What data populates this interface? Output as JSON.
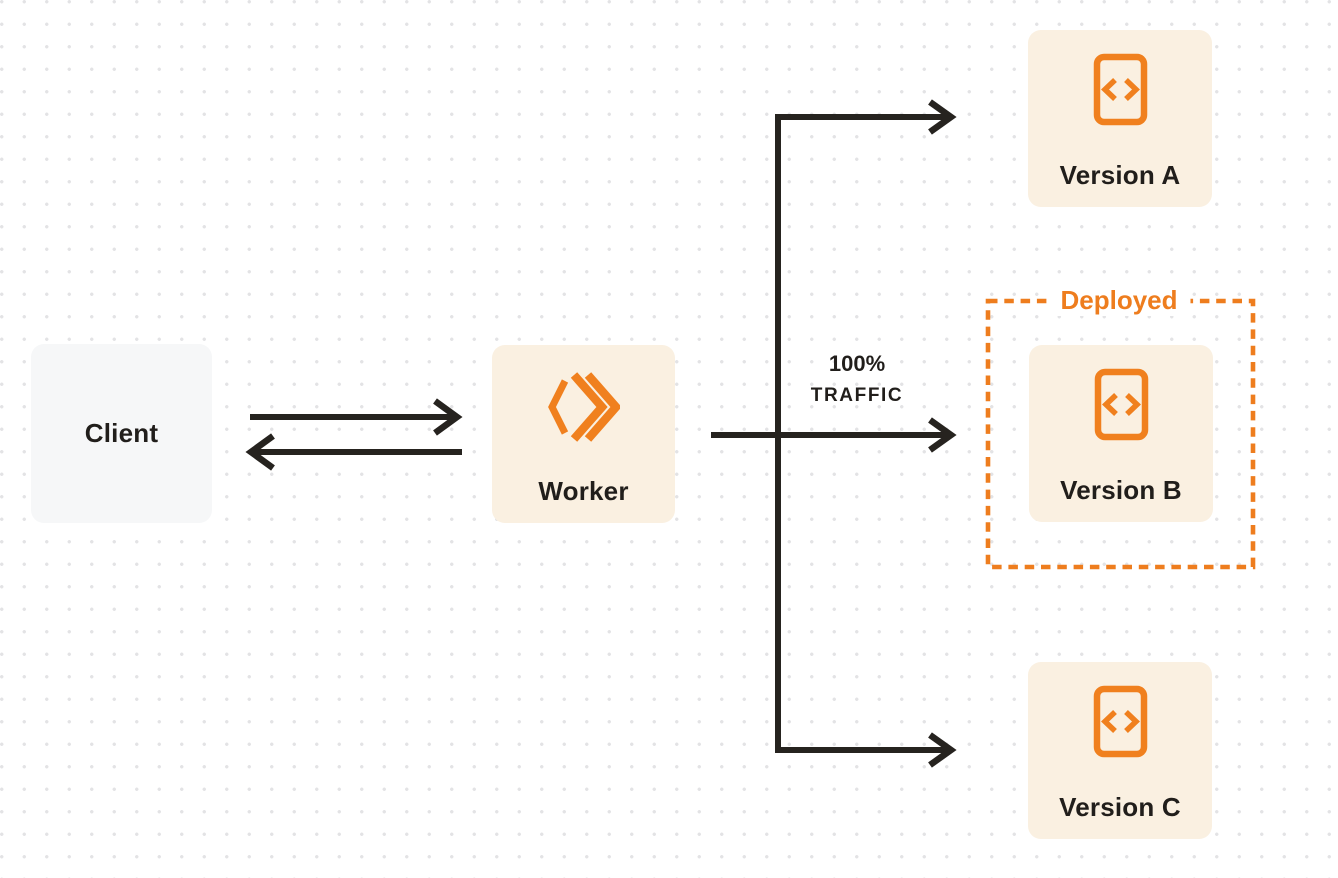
{
  "diagram": {
    "title_semantic": "worker-versions-traffic-diagram",
    "nodes": {
      "client": {
        "label": "Client"
      },
      "worker": {
        "label": "Worker",
        "icon": "workers-logo-icon"
      },
      "version_a": {
        "label": "Version A",
        "icon": "code-file-icon"
      },
      "version_b": {
        "label": "Version B",
        "icon": "code-file-icon"
      },
      "version_c": {
        "label": "Version C",
        "icon": "code-file-icon"
      }
    },
    "deployed_group": {
      "label": "Deployed"
    },
    "traffic_label": {
      "line1": "100%",
      "line2": "TRAFFIC"
    },
    "connectors": [
      "client-to-worker",
      "worker-to-client",
      "worker-to-version-a",
      "worker-to-version-b",
      "worker-to-version-c"
    ]
  },
  "colors": {
    "accent_orange": "#f0801e",
    "deployed_orange": "#ee7d1e",
    "arrow": "#26231f",
    "node_cream_bg": "#faf0e1",
    "client_bg": "#f6f7f8",
    "label_text": "#211e1b",
    "dot": "#e3e3e5",
    "page_bg": "#ffffff"
  }
}
